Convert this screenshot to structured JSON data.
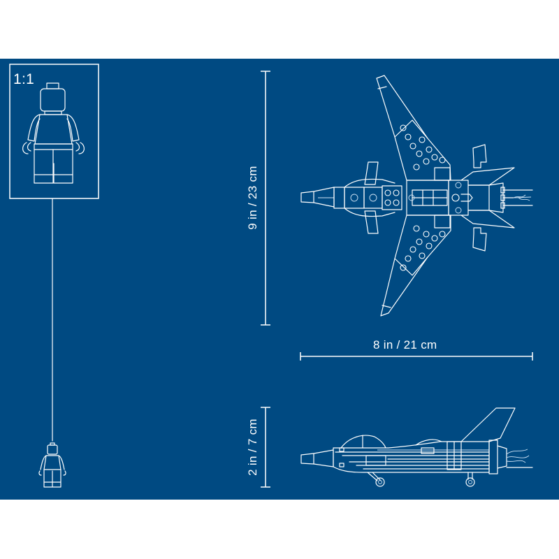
{
  "page": {
    "background_color": "#004a82",
    "line_color": "#ffffff"
  },
  "minifig_box": {
    "scale_label": "1:1"
  },
  "dimensions": {
    "height": "9 in / 23 cm",
    "width": "8 in / 21 cm",
    "depth": "2 in / 7 cm"
  },
  "views": {
    "top_view": "jet-top-view",
    "side_view": "jet-side-view"
  }
}
